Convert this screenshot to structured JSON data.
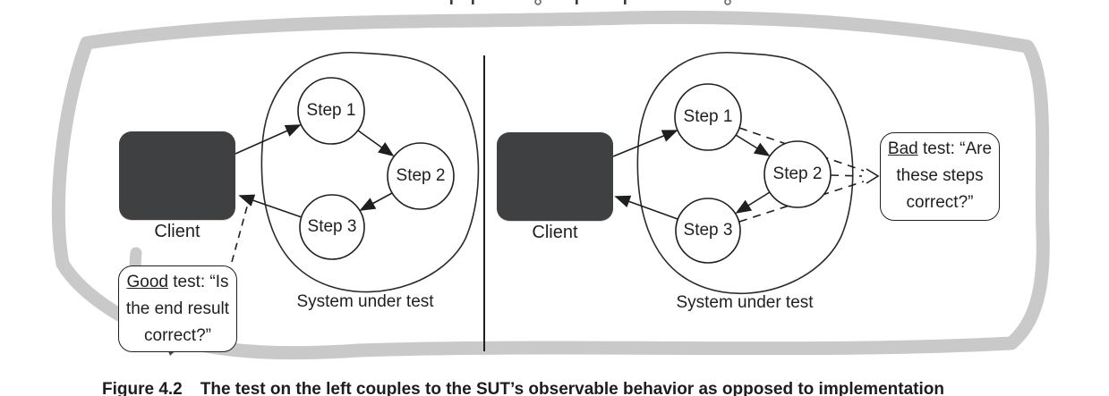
{
  "palette": {
    "border_gray": "#c9c9c9",
    "ink": "#1f1f1f",
    "client_fill": "#3e4042",
    "background": "#ffffff"
  },
  "caption": {
    "label": "Figure 4.2",
    "text": "The test on the left couples to the SUT’s observable behavior as opposed to implementation"
  },
  "left_panel": {
    "client_label": "Client",
    "sut_label": "System under test",
    "steps": [
      "Step 1",
      "Step 2",
      "Step 3"
    ],
    "note": {
      "lead": "Good",
      "line1_rest": " test: “Is",
      "line2": "the end result",
      "line3": "correct?”"
    }
  },
  "right_panel": {
    "client_label": "Client",
    "sut_label": "System under test",
    "steps": [
      "Step 1",
      "Step 2",
      "Step 3"
    ],
    "note": {
      "lead": "Bad",
      "line1_rest": " test: “Are",
      "line2": "these steps",
      "line3": "correct?”"
    }
  }
}
